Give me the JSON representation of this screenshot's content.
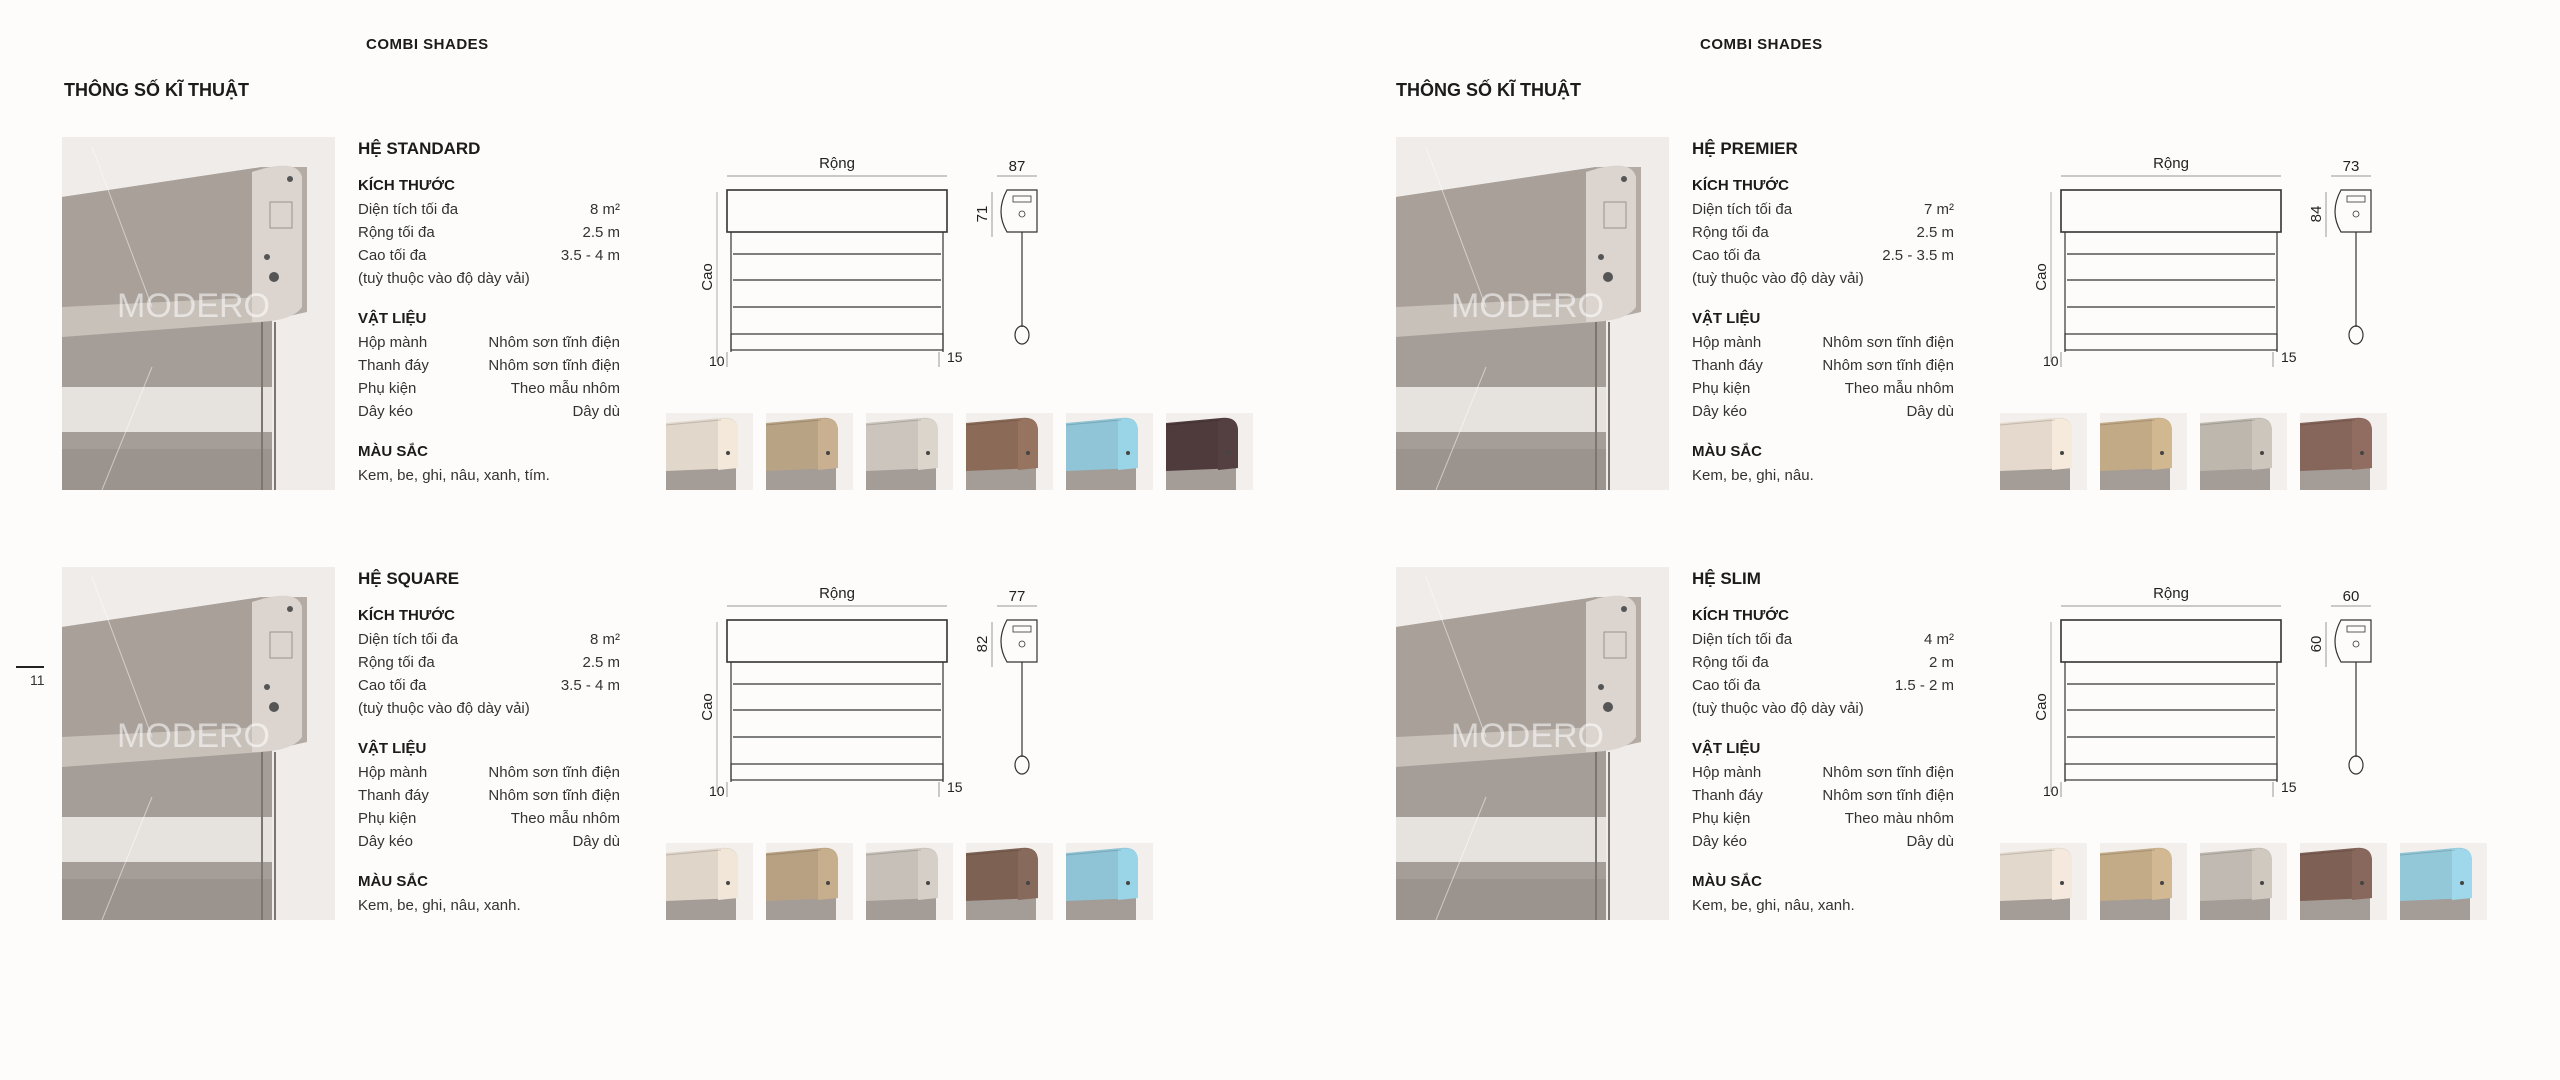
{
  "left_page": {
    "brand": "COMBI SHADES",
    "title": "THÔNG SỐ KĨ THUẬT",
    "page_number": "11"
  },
  "right_page": {
    "brand": "COMBI SHADES",
    "title": "THÔNG SỐ KĨ THUẬT"
  },
  "labels": {
    "size_heading": "KÍCH THƯỚC",
    "material_heading": "VẬT LIỆU",
    "color_heading": "MÀU SẮC",
    "width": "Rộng",
    "height": "Cao",
    "left_margin": "10",
    "right_margin": "15",
    "watermark": "MODERO"
  },
  "systems": [
    {
      "name": "HỆ STANDARD",
      "size": [
        {
          "label": "Diện tích tối đa",
          "value": "8 m²"
        },
        {
          "label": "Rộng tối đa",
          "value": "2.5 m"
        },
        {
          "label": "Cao tối đa",
          "value": "3.5 - 4 m"
        }
      ],
      "size_note": "(tuỳ thuộc vào độ dày vải)",
      "material": [
        {
          "label": "Hộp mành",
          "value": "Nhôm sơn tĩnh điện"
        },
        {
          "label": "Thanh đáy",
          "value": "Nhôm sơn tĩnh điện"
        },
        {
          "label": "Phụ kiện",
          "value": "Theo mẫu nhôm"
        },
        {
          "label": "Dây kéo",
          "value": "Dây dù"
        }
      ],
      "colors": "Kem, be, ghi, nâu, xanh, tím.",
      "side_width": "87",
      "side_height": "71",
      "swatch_colors": [
        "#e2d7cb",
        "#b9a385",
        "#cbc5bd",
        "#8b6b58",
        "#8fc5d6",
        "#4f3b3c"
      ]
    },
    {
      "name": "HỆ PREMIER",
      "size": [
        {
          "label": "Diện tích tối đa",
          "value": "7 m²"
        },
        {
          "label": "Rộng tối đa",
          "value": "2.5 m"
        },
        {
          "label": "Cao tối đa",
          "value": "2.5 - 3.5 m"
        }
      ],
      "size_note": "(tuỳ thuộc vào độ dày vải)",
      "material": [
        {
          "label": "Hộp mành",
          "value": "Nhôm sơn tĩnh điện"
        },
        {
          "label": "Thanh đáy",
          "value": "Nhôm sơn tĩnh điện"
        },
        {
          "label": "Phụ kiện",
          "value": "Theo mẫu nhôm"
        },
        {
          "label": "Dây kéo",
          "value": "Dây dù"
        }
      ],
      "colors": "Kem, be, ghi, nâu.",
      "side_width": "73",
      "side_height": "84",
      "swatch_colors": [
        "#e4d9cc",
        "#c2aa86",
        "#bdb7ae",
        "#86655a"
      ]
    },
    {
      "name": "HỆ SQUARE",
      "size": [
        {
          "label": "Diện tích tối đa",
          "value": "8 m²"
        },
        {
          "label": "Rộng tối đa",
          "value": "2.5 m"
        },
        {
          "label": "Cao tối đa",
          "value": "3.5 - 4 m"
        }
      ],
      "size_note": "(tuỳ thuộc vào độ dày vải)",
      "material": [
        {
          "label": "Hộp mành",
          "value": "Nhôm sơn tĩnh điện"
        },
        {
          "label": "Thanh đáy",
          "value": "Nhôm sơn tĩnh điện"
        },
        {
          "label": "Phụ kiện",
          "value": "Theo mẫu nhôm"
        },
        {
          "label": "Dây kéo",
          "value": "Dây dù"
        }
      ],
      "colors": "Kem, be, ghi, nâu, xanh.",
      "side_width": "77",
      "side_height": "82",
      "swatch_colors": [
        "#e0d5c9",
        "#b8a182",
        "#c6c0b8",
        "#7d6254",
        "#8ec4d6"
      ]
    },
    {
      "name": "HỆ SLIM",
      "size": [
        {
          "label": "Diện tích tối đa",
          "value": "4 m²"
        },
        {
          "label": "Rộng tối đa",
          "value": "2 m"
        },
        {
          "label": "Cao tối đa",
          "value": "1.5 - 2 m"
        }
      ],
      "size_note": "(tuỳ thuộc vào độ dày vải)",
      "material": [
        {
          "label": "Hộp mành",
          "value": "Nhôm sơn tĩnh điện"
        },
        {
          "label": "Thanh đáy",
          "value": "Nhôm sơn tĩnh điện"
        },
        {
          "label": "Phụ kiện",
          "value": "Theo màu nhôm"
        },
        {
          "label": "Dây kéo",
          "value": "Dây dù"
        }
      ],
      "colors": "Kem, be, ghi, nâu, xanh.",
      "side_width": "60",
      "side_height": "60",
      "swatch_colors": [
        "#e2d8cc",
        "#c3ab88",
        "#c0bab2",
        "#7e6055",
        "#93c8d9"
      ]
    }
  ]
}
